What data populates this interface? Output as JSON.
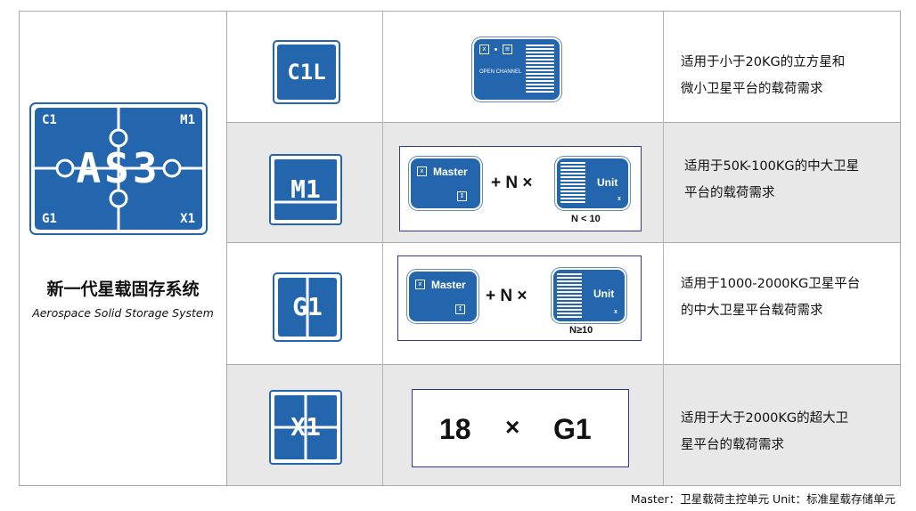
{
  "logo": {
    "main": "AS3",
    "corners": {
      "top_left": "C1",
      "top_right": "M1",
      "bottom_left": "G1",
      "bottom_right": "X1"
    },
    "color": "#2366ad"
  },
  "system": {
    "title_cn": "新一代星载固存系统",
    "title_en": "Aerospace Solid Storage System"
  },
  "rows": [
    {
      "model": "C1L",
      "unit_label": "OPEN CHANNEL",
      "desc_lines": [
        "适用于小于20KG的立方星和",
        "微小卫星平台的载荷需求"
      ]
    },
    {
      "model": "M1",
      "master_label": "Master",
      "operator": "+ N ×",
      "unit_label": "Unit",
      "condition": "N < 10",
      "desc_lines": [
        "适用于50K-100KG的中大卫星",
        "平台的载荷需求"
      ]
    },
    {
      "model": "G1",
      "master_label": "Master",
      "operator": "+ N ×",
      "unit_label": "Unit",
      "condition": "N≥10",
      "desc_lines": [
        "适用于1000-2000KG卫星平台",
        "的中大卫星平台载荷需求"
      ]
    },
    {
      "model": "X1",
      "formula_count": "18",
      "formula_op": "×",
      "formula_unit": "G1",
      "desc_lines": [
        "适用于大于2000KG的超大卫",
        "星平台的载荷需求"
      ]
    }
  ],
  "footnote": "Master：卫星载荷主控单元   Unit：标准星载存储单元",
  "colors": {
    "brand_blue": "#2366ad",
    "box_border": "#2e3b8a",
    "row_gray": "#e8e8e8"
  }
}
